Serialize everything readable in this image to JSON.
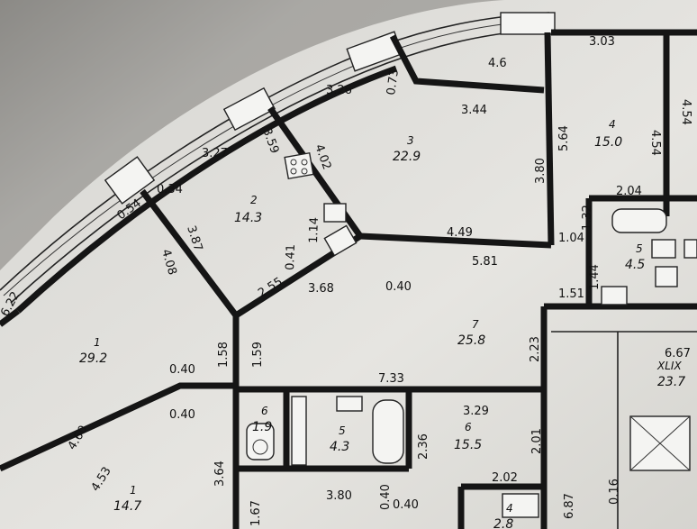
{
  "rooms": [
    {
      "id": "room-1-upper",
      "number": "1",
      "area": "29.2"
    },
    {
      "id": "room-1-lower",
      "number": "1",
      "area": "14.7"
    },
    {
      "id": "room-2",
      "number": "2",
      "area": "14.3"
    },
    {
      "id": "room-3",
      "number": "3",
      "area": "22.9"
    },
    {
      "id": "room-4-right",
      "number": "4",
      "area": "15.0"
    },
    {
      "id": "room-4-lower",
      "number": "4",
      "area": "2.8"
    },
    {
      "id": "room-5-right",
      "number": "5",
      "area": "4.5"
    },
    {
      "id": "room-5-bath",
      "number": "5",
      "area": "4.3"
    },
    {
      "id": "room-6-small",
      "number": "6",
      "area": "1.9"
    },
    {
      "id": "room-6-hall",
      "number": "6",
      "area": "15.5"
    },
    {
      "id": "room-7",
      "number": "7",
      "area": "25.8"
    },
    {
      "id": "room-xlix",
      "number": "XLIX",
      "area": "23.7"
    }
  ],
  "extra_area_label": "4.6",
  "dimensions": [
    "3.03",
    "3.26",
    "0.73",
    "3.44",
    "3.27",
    "3.59",
    "4.02",
    "0.34",
    "0.54",
    "6.22",
    "4.08",
    "3.87",
    "1.14",
    "0.41",
    "2.55",
    "3.68",
    "0.40",
    "4.49",
    "5.81",
    "1.04",
    "1.32",
    "2.04",
    "1.44",
    "1.51",
    "5.64",
    "3.80",
    "4.54",
    "4.54",
    "2.23",
    "6.67",
    "1.58",
    "1.59",
    "0.40",
    "7.33",
    "0.40",
    "4.60",
    "4.53",
    "3.64",
    "1.67",
    "3.29",
    "2.36",
    "2.01",
    "2.02",
    "3.80",
    "0.40",
    "0.40",
    "6.87",
    "0.16"
  ]
}
